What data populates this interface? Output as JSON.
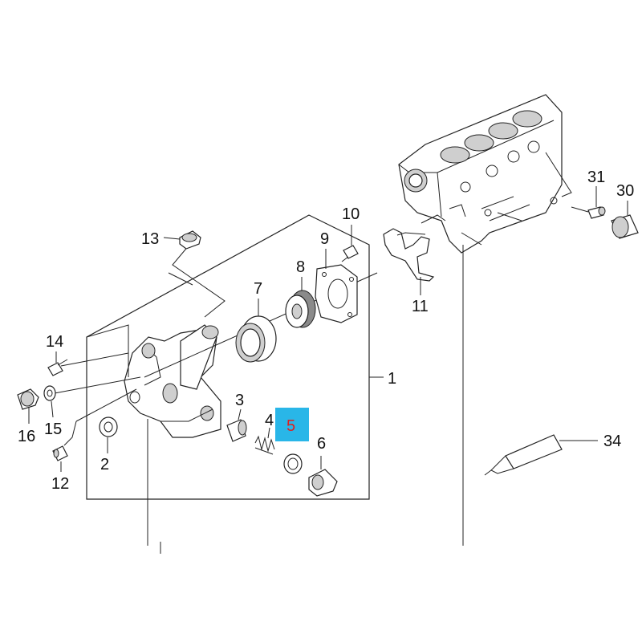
{
  "callouts": {
    "p1": "1",
    "p2": "2",
    "p3": "3",
    "p4": "4",
    "p5": "5",
    "p6": "6",
    "p7": "7",
    "p8": "8",
    "p9": "9",
    "p10": "10",
    "p11": "11",
    "p12": "12",
    "p13": "13",
    "p14": "14",
    "p15": "15",
    "p16": "16",
    "p30": "30",
    "p31": "31",
    "p34": "34"
  },
  "selected_callout": "5",
  "colors": {
    "highlight_box": "#29b6e8",
    "highlight_text": "#e02020",
    "line": "#222222",
    "background": "#ffffff"
  }
}
